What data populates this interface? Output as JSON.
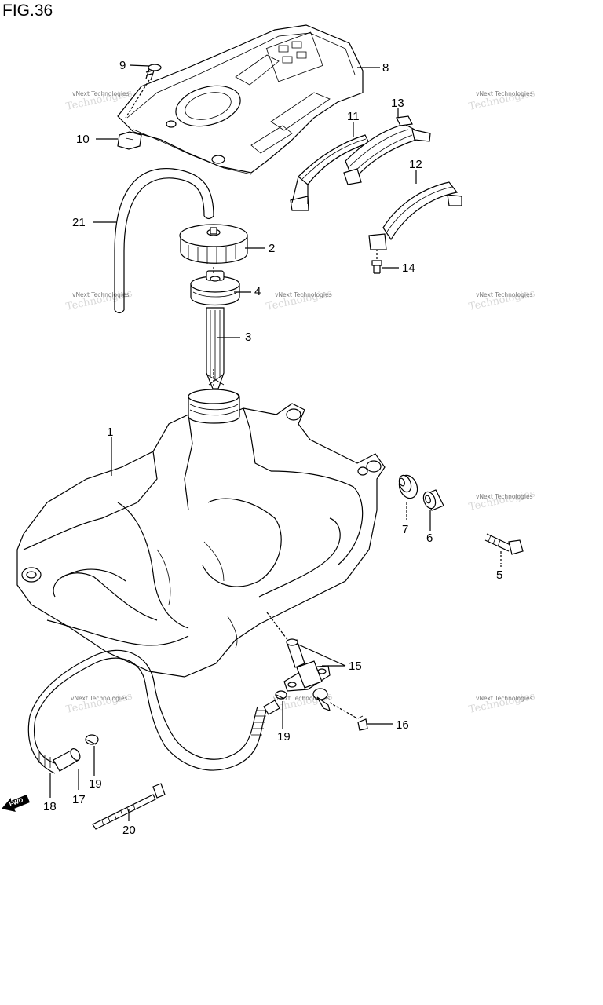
{
  "figure": {
    "title": "FIG.36"
  },
  "watermark": {
    "line1": "vNext Technologies",
    "line2": "Technologies"
  },
  "fwd_label": "FWD",
  "parts": [
    {
      "id": "p1",
      "label": "1"
    },
    {
      "id": "p2",
      "label": "2"
    },
    {
      "id": "p3",
      "label": "3"
    },
    {
      "id": "p4",
      "label": "4"
    },
    {
      "id": "p5",
      "label": "5"
    },
    {
      "id": "p6",
      "label": "6"
    },
    {
      "id": "p7",
      "label": "7"
    },
    {
      "id": "p8",
      "label": "8"
    },
    {
      "id": "p9",
      "label": "9"
    },
    {
      "id": "p10",
      "label": "10"
    },
    {
      "id": "p11",
      "label": "11"
    },
    {
      "id": "p12",
      "label": "12"
    },
    {
      "id": "p13",
      "label": "13"
    },
    {
      "id": "p14",
      "label": "14"
    },
    {
      "id": "p15",
      "label": "15"
    },
    {
      "id": "p16",
      "label": "16"
    },
    {
      "id": "p17",
      "label": "17"
    },
    {
      "id": "p18",
      "label": "18"
    },
    {
      "id": "p19a",
      "label": "19"
    },
    {
      "id": "p19b",
      "label": "19"
    },
    {
      "id": "p20",
      "label": "20"
    },
    {
      "id": "p21",
      "label": "21"
    }
  ]
}
